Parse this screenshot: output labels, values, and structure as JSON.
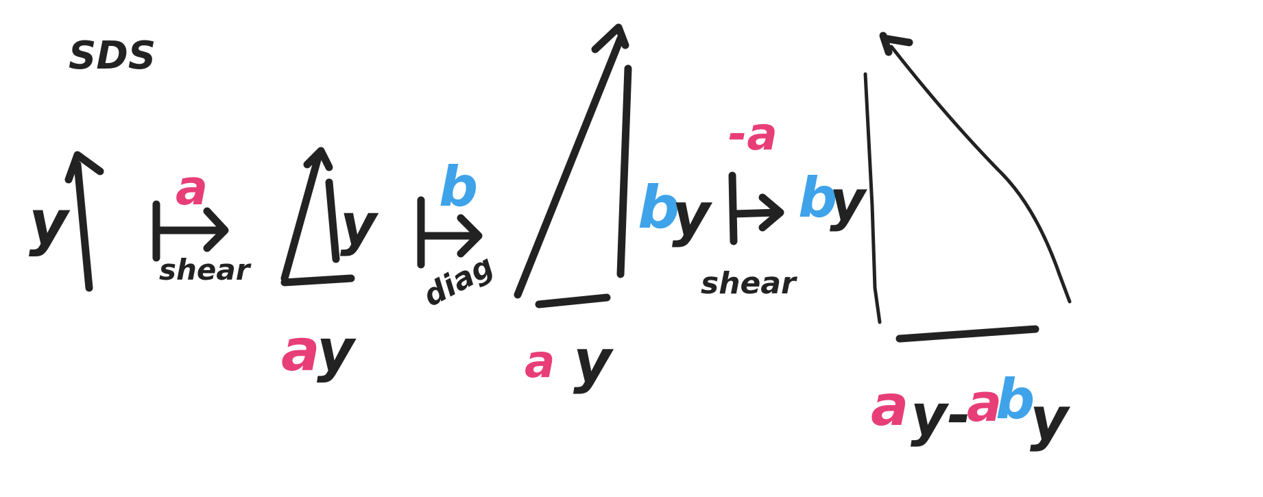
{
  "colors": {
    "ink": "#222222",
    "pink": "#e83e77",
    "blue": "#3fa3ea",
    "background": "#ffffff"
  },
  "title": "SDS",
  "start_label": "y",
  "shear1": {
    "label": "shear",
    "param": "a"
  },
  "tri1": {
    "side": "y",
    "base_coef": "a",
    "base_var": "y"
  },
  "diag": {
    "label": "diag",
    "param": "b"
  },
  "tri2": {
    "side_coef": "b",
    "side_var": "y",
    "base_coef": "a",
    "base_var": "y"
  },
  "shear2": {
    "label": "shear",
    "param": "-a"
  },
  "tri3": {
    "side_coef": "b",
    "side_var": "y",
    "base_part1_coef": "a",
    "base_part1_var": "y-",
    "base_part2_coef_a": "a",
    "base_part2_coef_b": "b",
    "base_part2_var": "y"
  }
}
